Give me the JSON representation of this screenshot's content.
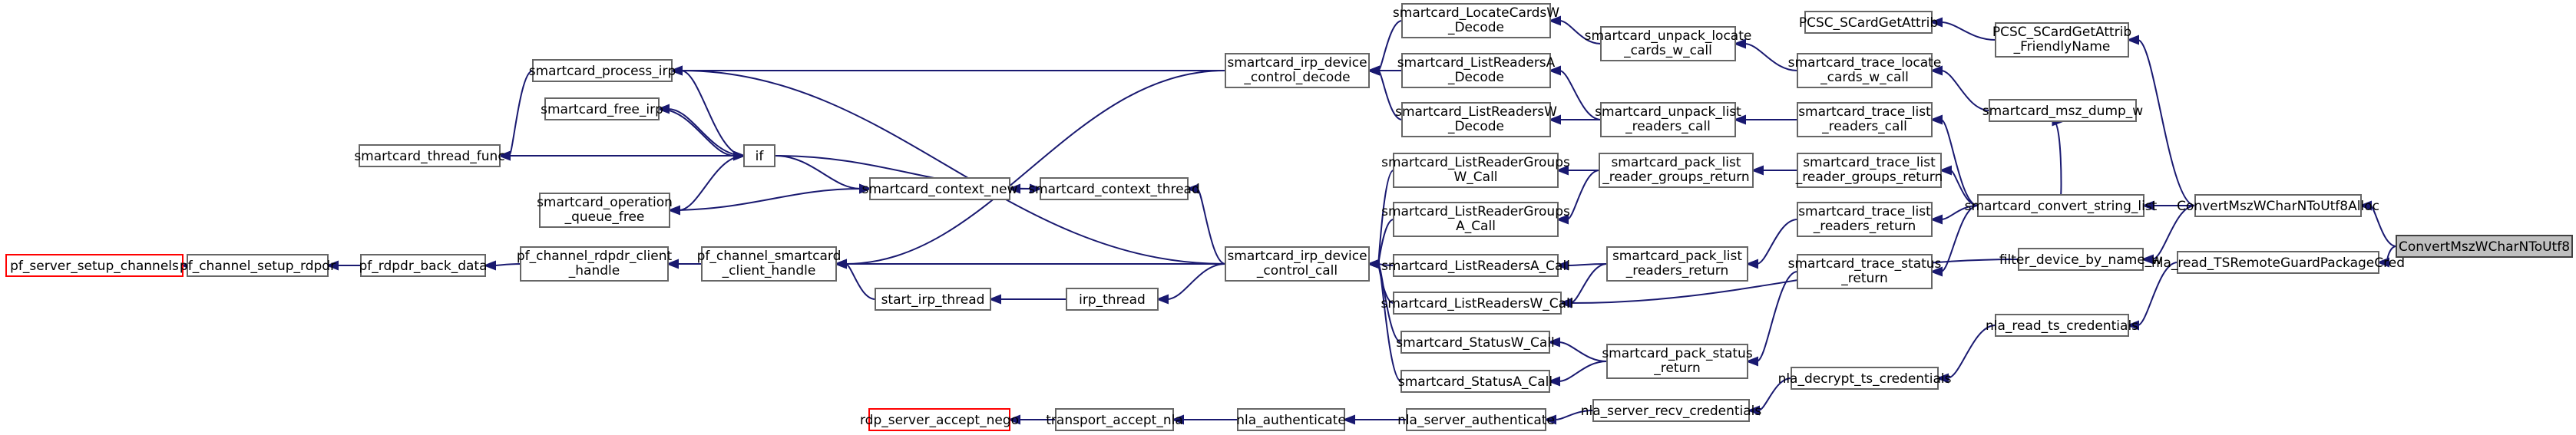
{
  "colors": {
    "edge": "#191970",
    "root_fill": "#bfbfbf",
    "node_border": "#666666",
    "external_border": "#ff0000"
  },
  "nodes": {
    "n0": "pf_server_setup_channels",
    "n1": "pf_channel_setup_rdpdr",
    "n2": "pf_rdpdr_back_data",
    "n3": "pf_channel_rdpdr_client\n_handle",
    "n4": "pf_channel_smartcard\n_client_handle",
    "n5": "start_irp_thread",
    "n6": "irp_thread",
    "n7": "smartcard_thread_func",
    "n8": "smartcard_process_irp",
    "n9": "smartcard_free_irp",
    "n10": "if",
    "n11": "smartcard_operation\n_queue_free",
    "n12": "smartcard_context_new",
    "n13": "smartcard_context_thread",
    "n14": "smartcard_irp_device\n_control_decode",
    "n15": "smartcard_irp_device\n_control_call",
    "n16": "smartcard_LocateCardsW\n_Decode",
    "n17": "smartcard_ListReadersA\n_Decode",
    "n18": "smartcard_ListReadersW\n_Decode",
    "n19": "smartcard_ListReaderGroups\nW_Call",
    "n20": "smartcard_ListReaderGroups\nA_Call",
    "n21": "smartcard_ListReadersA_Call",
    "n22": "smartcard_ListReadersW_Call",
    "n23": "smartcard_StatusW_Call",
    "n24": "smartcard_StatusA_Call",
    "n25": "smartcard_unpack_locate\n_cards_w_call",
    "n26": "smartcard_unpack_list\n_readers_call",
    "n27": "smartcard_pack_list\n_reader_groups_return",
    "n28": "smartcard_pack_list\n_readers_return",
    "n29": "smartcard_pack_status\n_return",
    "n30": "PCSC_SCardGetAttrib",
    "n31": "smartcard_trace_locate\n_cards_w_call",
    "n32": "smartcard_trace_list\n_readers_call",
    "n33": "smartcard_trace_list\n_reader_groups_return",
    "n34": "smartcard_trace_list\n_readers_return",
    "n35": "smartcard_trace_status\n_return",
    "n36": "PCSC_SCardGetAttrib\n_FriendlyName",
    "n37": "smartcard_msz_dump_w",
    "n38": "smartcard_convert_string_list",
    "n39": "filter_device_by_name_w",
    "n40": "ConvertMszWCharNToUtf8Alloc",
    "n41": "nla_read_TSRemoteGuardPackageCred",
    "n42": "ConvertMszWCharNToUtf8",
    "n43": "nla_read_ts_credentials",
    "n44": "nla_decrypt_ts_credentials",
    "n45": "nla_server_recv_credentials",
    "n46": "nla_server_authenticate",
    "n47": "nla_authenticate",
    "n48": "transport_accept_nla",
    "n49": "rdp_server_accept_nego"
  }
}
